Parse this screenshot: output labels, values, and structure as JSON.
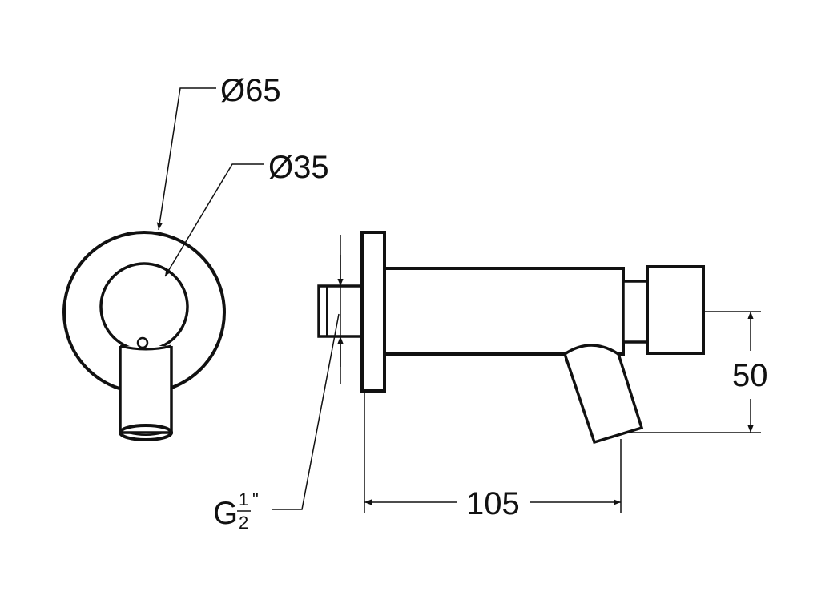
{
  "front_view": {
    "outer_diameter_label": "Ø65",
    "inner_diameter_label": "Ø35"
  },
  "side_view": {
    "length_label": "105",
    "height_label": "50",
    "thread": {
      "letter": "G",
      "numerator": "1",
      "denominator": "2",
      "unit": "\""
    }
  },
  "colors": {
    "line": "#111111",
    "background": "#ffffff"
  }
}
